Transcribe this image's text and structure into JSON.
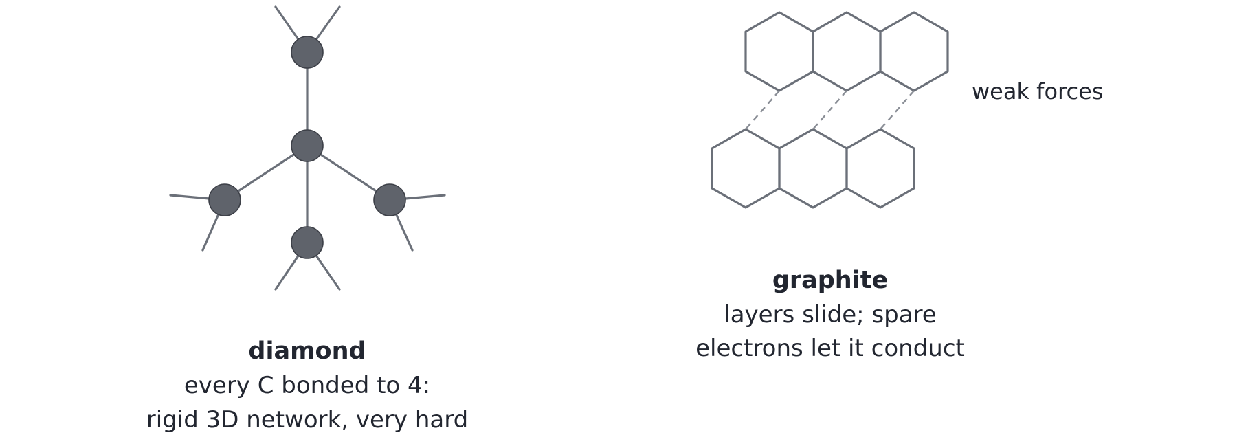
{
  "diamond": {
    "title": "diamond",
    "desc_line1": "every C bonded to 4:",
    "desc_line2": "rigid 3D network, very hard"
  },
  "graphite": {
    "title": "graphite",
    "desc_line1": "layers slide; spare",
    "desc_line2": "electrons let it conduct",
    "weak_label": "weak forces"
  },
  "colors": {
    "line": "#6b7079",
    "atom_fill": "#5f636b",
    "text": "#222630"
  }
}
